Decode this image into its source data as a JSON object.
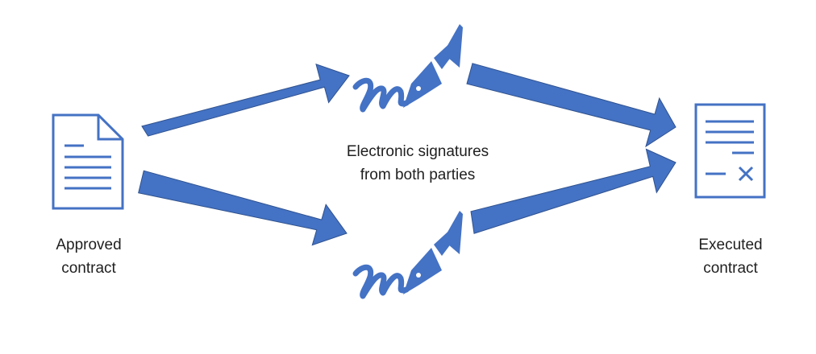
{
  "colors": {
    "accent": "#4472c4",
    "icon_stroke": "#4472c4",
    "text": "#1f1f1f",
    "background": "#ffffff"
  },
  "labels": {
    "approved": {
      "line1": "Approved",
      "line2": "contract"
    },
    "center": {
      "line1": "Electronic signatures",
      "line2": "from both parties"
    },
    "executed": {
      "line1": "Executed",
      "line2": "contract"
    }
  },
  "icons": {
    "source": "document-icon",
    "signature": "fountain-pen-signature-icon",
    "result": "signed-document-icon"
  }
}
